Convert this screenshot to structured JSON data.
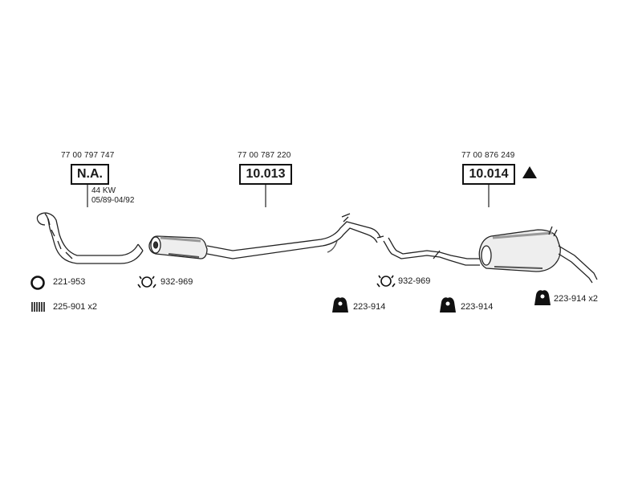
{
  "groups": [
    {
      "oem_number": "77 00 797 747",
      "reference": "N.A.",
      "specs": [
        "44 KW",
        "05/89-04/92"
      ]
    },
    {
      "oem_number": "77 00 787 220",
      "reference": "10.013"
    },
    {
      "oem_number": "77 00 876 249",
      "reference": "10.014",
      "marker_icon": "warning-triangle-icon"
    }
  ],
  "parts": {
    "ring_gasket": {
      "icon": "ring-gasket-icon",
      "code": "221-953"
    },
    "spring": {
      "icon": "spring-icon",
      "code": "225-901 x2"
    },
    "clamp_1": {
      "icon": "clamp-icon",
      "code": "932-969"
    },
    "clamp_2": {
      "icon": "clamp-icon",
      "code": "932-969"
    },
    "hanger_1": {
      "icon": "rubber-hanger-icon",
      "code": "223-914"
    },
    "hanger_2": {
      "icon": "rubber-hanger-icon",
      "code": "223-914"
    },
    "hanger_3": {
      "icon": "rubber-hanger-icon",
      "code": "223-914 x2"
    }
  }
}
